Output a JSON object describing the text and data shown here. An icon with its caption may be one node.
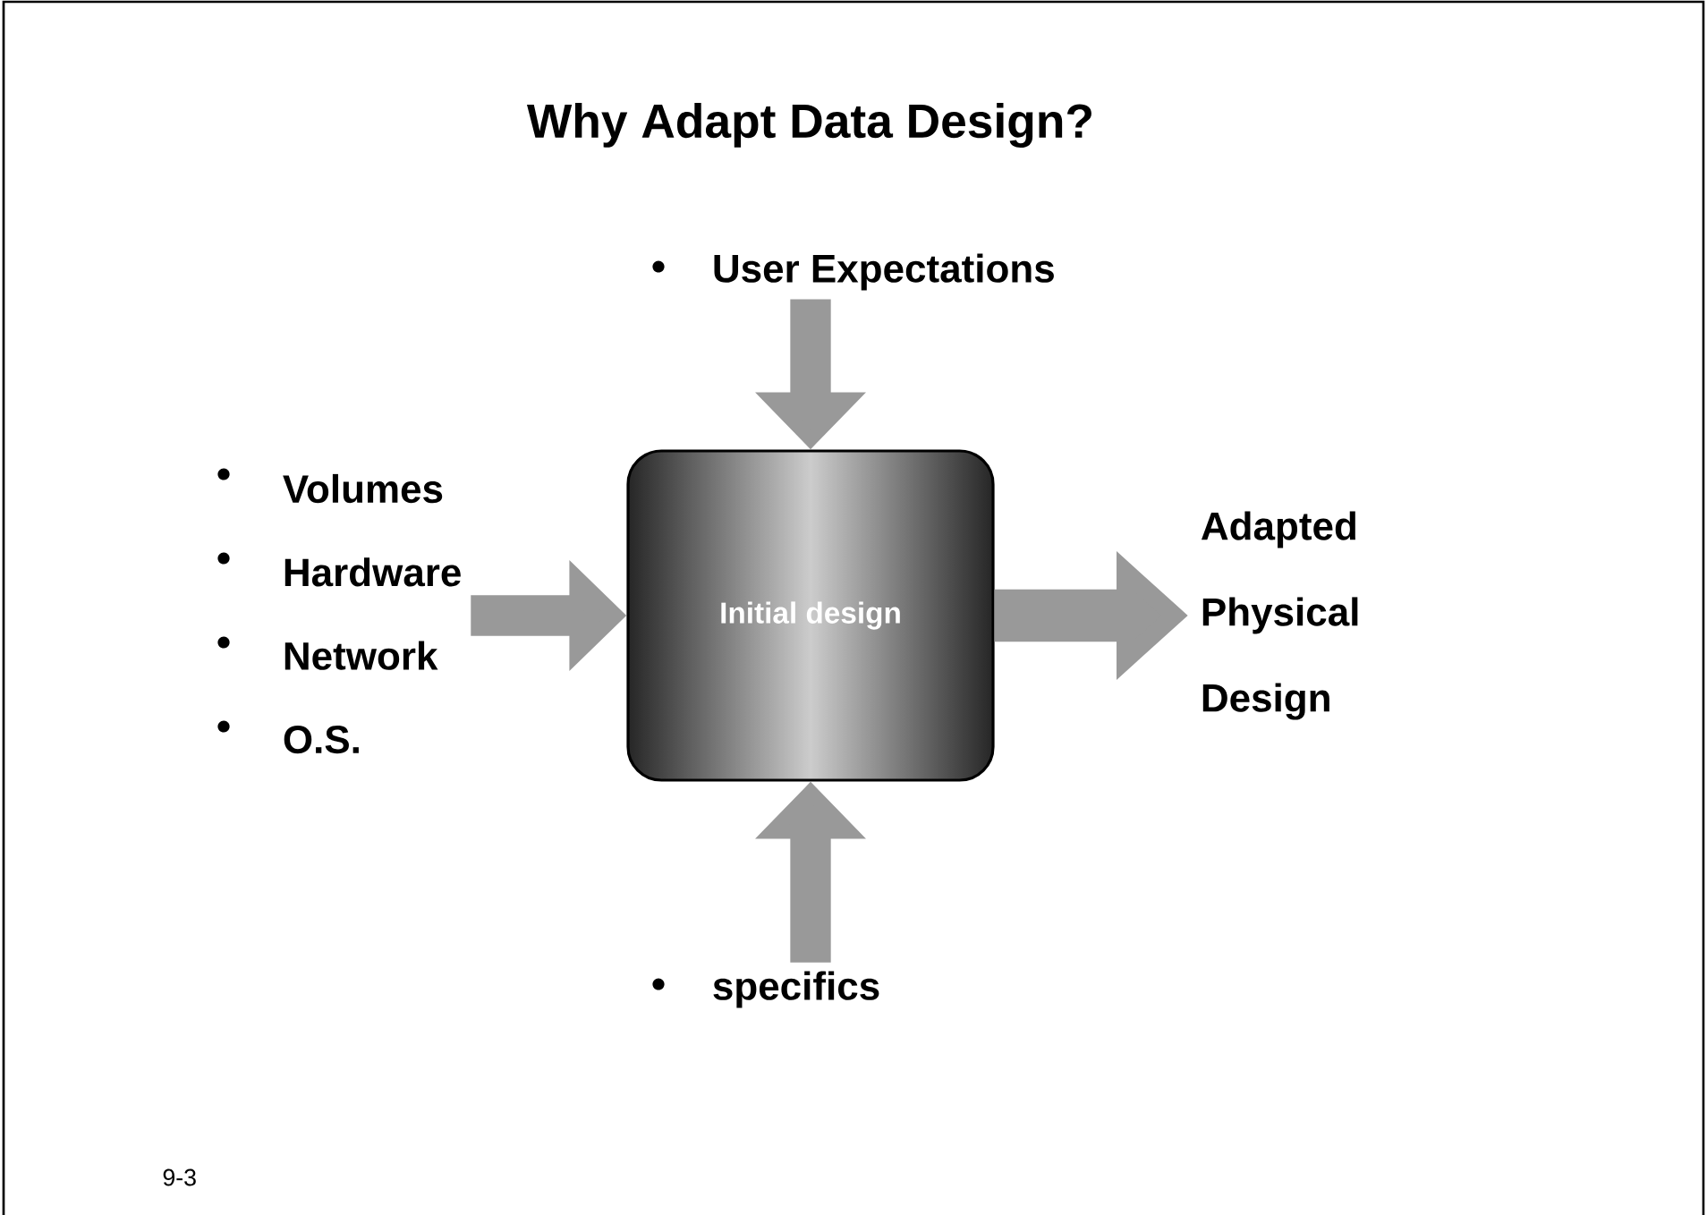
{
  "diagram": {
    "title": "Why Adapt Data Design?",
    "nodes": [
      {
        "text": [
          "User Expectations"
        ]
      },
      {
        "text": [
          "Volumes",
          "Hardware",
          "Network",
          "O.S."
        ]
      },
      {
        "text": [
          "Initial design"
        ]
      },
      {
        "text": [
          "Adapted Physical Design"
        ]
      },
      {
        "text": [
          "specifics"
        ]
      }
    ],
    "edges": [
      {
        "from": 0,
        "to": 2,
        "arrow": "to"
      },
      {
        "from": 1,
        "to": 2,
        "arrow": "to"
      },
      {
        "from": 2,
        "to": 3,
        "arrow": "to"
      },
      {
        "from": 4,
        "to": 2,
        "arrow": "to"
      }
    ],
    "labels": [
      "9-3"
    ]
  }
}
